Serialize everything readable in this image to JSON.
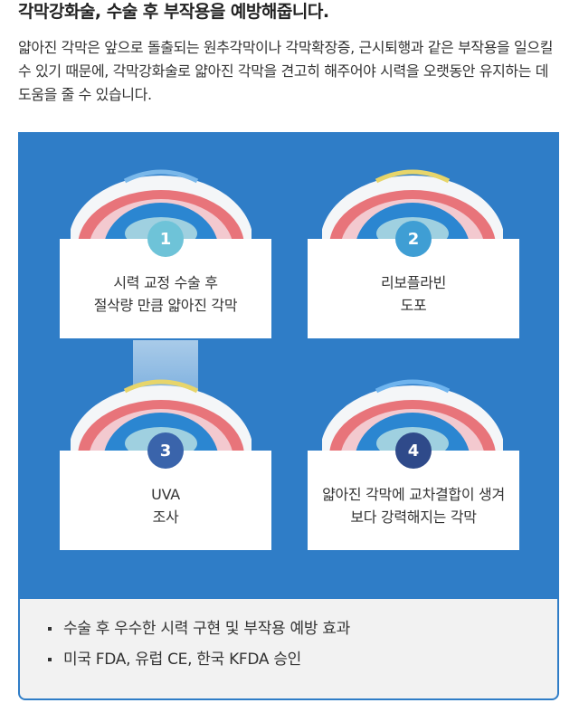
{
  "header": {
    "title": "각막강화술, 수술 후 부작용을 예방해줍니다.",
    "description": "얇아진 각막은 앞으로 돌출되는 원추각막이나 각막확장증, 근시퇴행과 같은 부작용을 일으킬 수 있기 때문에, 각막강화술로 얇아진 각막을 견고히 해주어야 시력을 오랫동안 유지하는 데 도움을 줄 수 있습니다."
  },
  "steps": [
    {
      "number": "1",
      "line1": "시력 교정 수술 후",
      "line2": "절삭량 만큼 얇아진 각막",
      "badge_color": "#6ec3d8",
      "cap_color": "#7ab8ea"
    },
    {
      "number": "2",
      "line1": "리보플라빈",
      "line2": "도포",
      "badge_color": "#3f9ed4",
      "cap_color": "#e7d56a"
    },
    {
      "number": "3",
      "line1": "UVA",
      "line2": "조사",
      "badge_color": "#3a64ab",
      "cap_color": "#e7d56a"
    },
    {
      "number": "4",
      "line1": "얇아진 각막에 교차결합이 생겨",
      "line2": "보다 강력해지는 각막",
      "badge_color": "#2f4a8a",
      "cap_color": "#6fb4ee"
    }
  ],
  "benefits": [
    "수술 후 우수한 시력 구현 및 부작용 예방 효과",
    "미국 FDA, 유럽 CE, 한국 KFDA 승인"
  ],
  "colors": {
    "panel_blue": "#2f7dc7",
    "panel_gray": "#f2f2f2",
    "eye_outer": "#f4f6f8",
    "eye_red": "#e8747a",
    "eye_blue": "#2b86d1",
    "eye_light": "#9fd0e0"
  }
}
